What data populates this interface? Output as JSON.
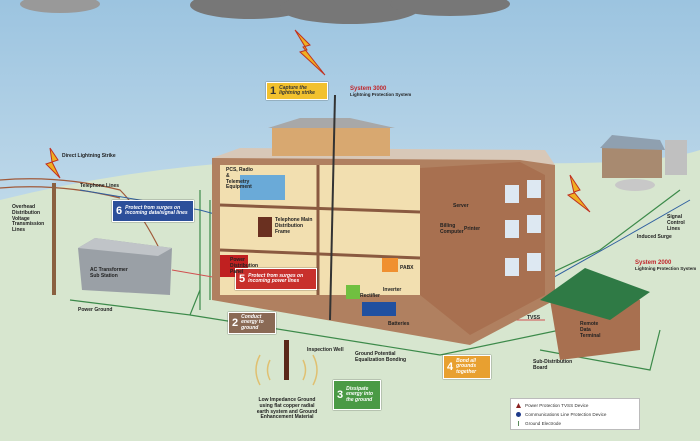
{
  "steps": [
    {
      "num": "1",
      "text": "Capture the lightning strike",
      "color": "#f2c12e"
    },
    {
      "num": "2",
      "text": "Conduct energy to ground",
      "color": "#8a6a55"
    },
    {
      "num": "3",
      "text": "Dissipate energy into the ground",
      "color": "#4a9a45"
    },
    {
      "num": "4",
      "text": "Bond all grounds together",
      "color": "#e8a030"
    },
    {
      "num": "5",
      "text": "Protect from surges on incoming power lines",
      "color": "#c8302c"
    },
    {
      "num": "6",
      "text": "Protect from surges on incoming data/signal lines",
      "color": "#2c4f9a"
    }
  ],
  "systems": [
    {
      "title": "System 3000",
      "sub": "Lightning Protection System"
    },
    {
      "title": "System 2000",
      "sub": "Lightning Protection System"
    }
  ],
  "labels": {
    "direct_strike": "Direct Lightning Strike",
    "telephone_lines": "Telephone Lines",
    "overhead": "Overhead Distribution Voltage Transmission Lines",
    "transformer": "AC Transformer Sub Station",
    "power_ground": "Power Ground",
    "pcs": "PCS, Radio & Telemetry Equipment",
    "mdf": "Telephone Main Distribution Frame",
    "pdp": "Power Distribution Panel",
    "inspection": "Inspection Well",
    "gpe": "Ground Potential Equalization Bonding",
    "low_imp": "Low Impedance Ground using flat copper radial earth system and Ground Enhancement Material",
    "pabx": "PABX",
    "rectifier": "Rectifier",
    "inverter": "Inverter",
    "batteries": "Batteries",
    "billing": "Billing Computer",
    "server": "Server",
    "printer": "Printer",
    "signal": "Signal Control Lines",
    "induced": "Induced Surge",
    "tvss": "TVSS",
    "remote": "Remote Data Terminal",
    "subdist": "Sub-Distribution Board"
  },
  "legend": [
    {
      "text": "Power Protection TVSS Device",
      "color": "#8a2020"
    },
    {
      "text": "Communications Line Protection Device",
      "color": "#1e3a8a"
    },
    {
      "text": "Ground Electrode",
      "color": "#5a8a5a"
    }
  ]
}
